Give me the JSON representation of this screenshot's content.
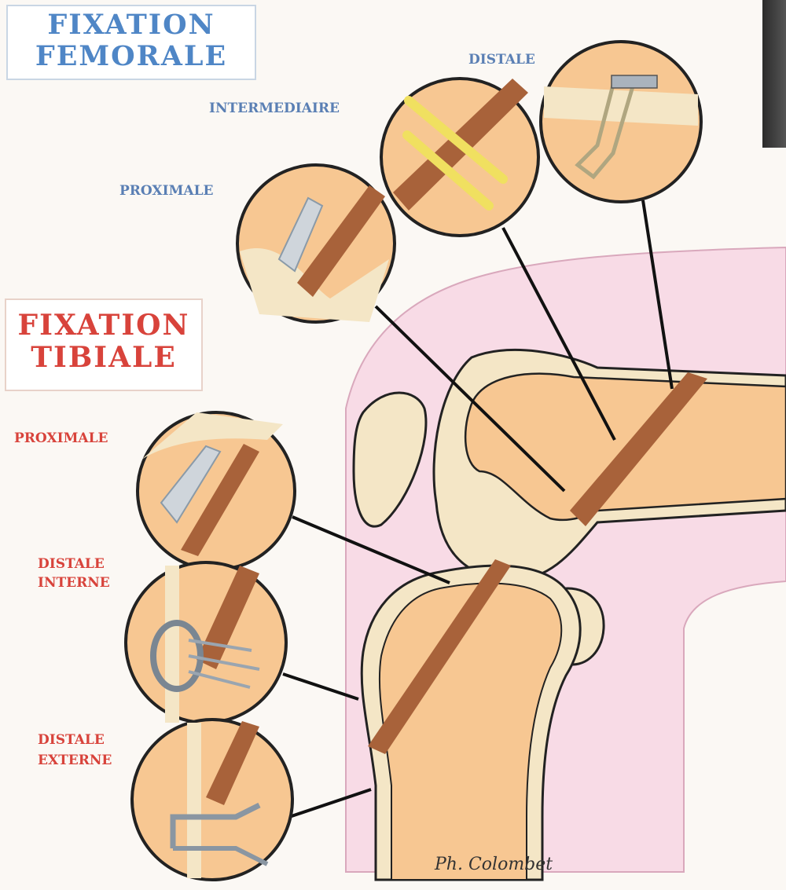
{
  "femoral": {
    "title_line1": "FIXATION",
    "title_line2": "FEMORALE",
    "labels": {
      "distale": "DISTALE",
      "intermediaire": "INTERMEDIAIRE",
      "proximale": "PROXIMALE"
    }
  },
  "tibial": {
    "title_line1": "FIXATION",
    "title_line2": "TIBIALE",
    "labels": {
      "proximale": "PROXIMALE",
      "distale_interne_1": "DISTALE",
      "distale_interne_2": "INTERNE",
      "distale_externe_1": "DISTALE",
      "distale_externe_2": "EXTERNE"
    }
  },
  "signature": "Ph. Colombet",
  "colors": {
    "femoral_title": "#4f86c6",
    "tibial_title": "#d8433b",
    "bone": "#f7c792",
    "cartilage": "#f4e6c6",
    "graft": "#a8623a",
    "soft_tissue": "#f8dbe6"
  }
}
